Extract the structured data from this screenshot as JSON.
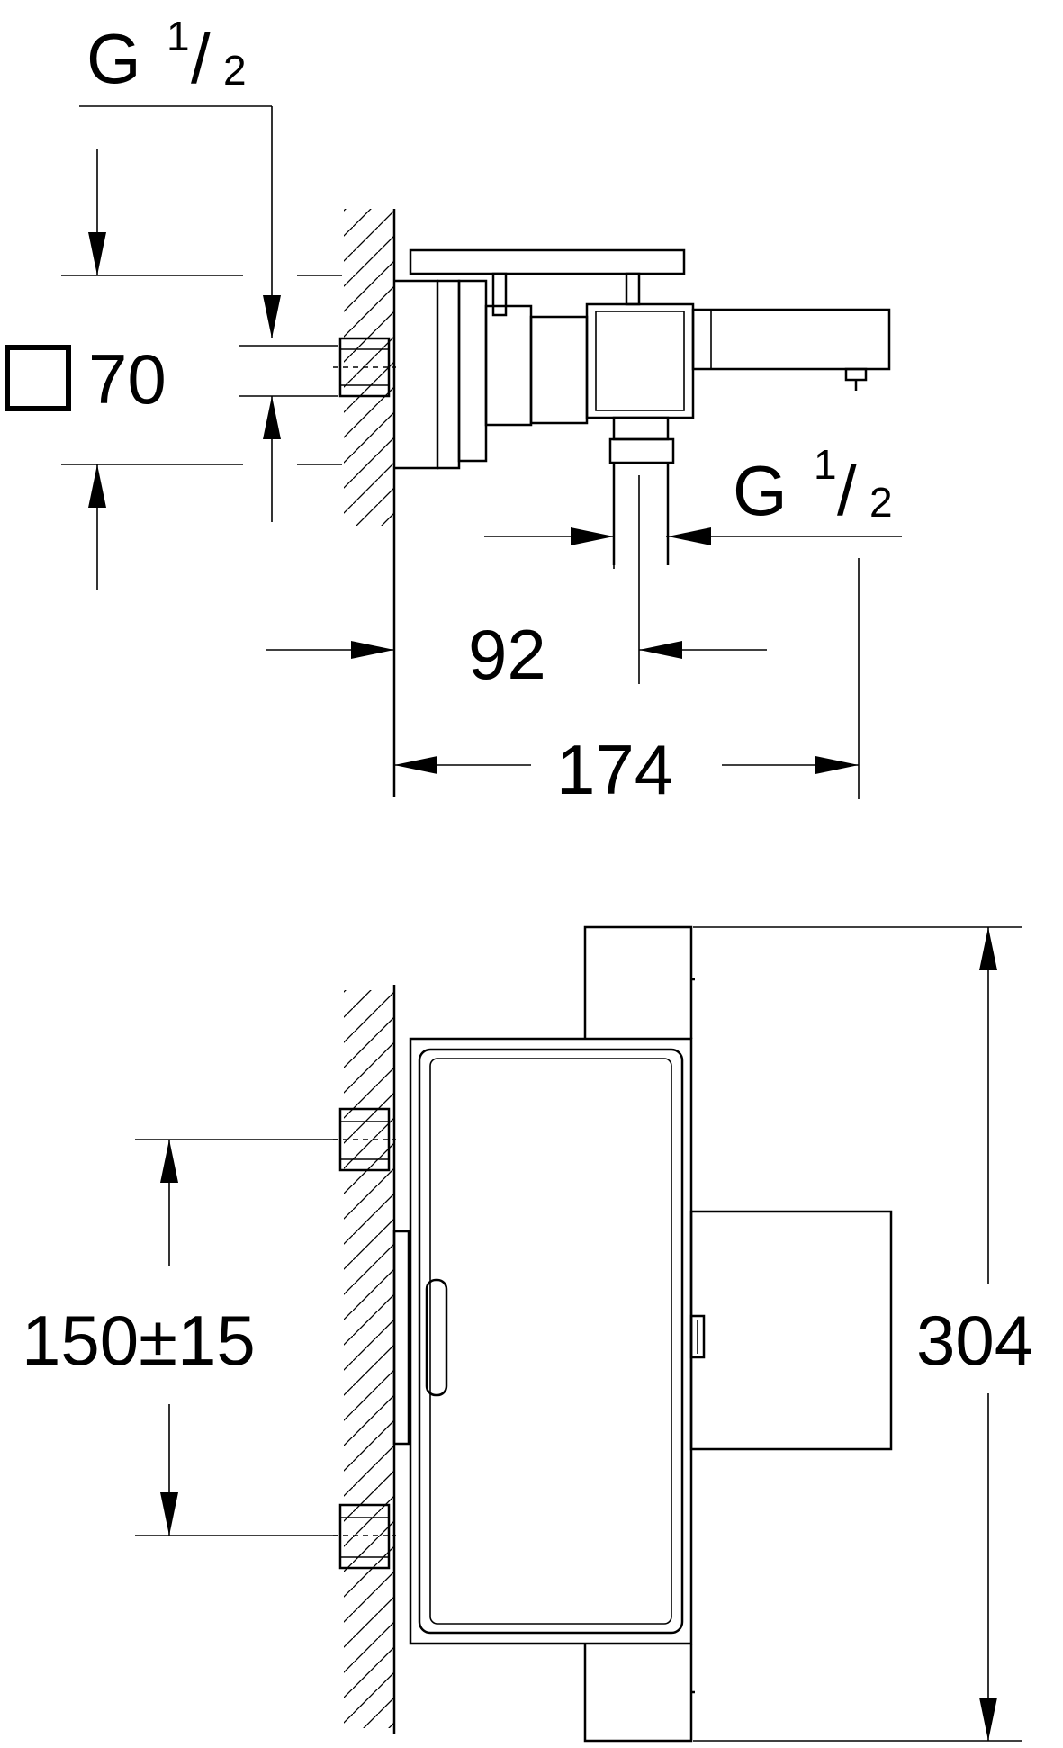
{
  "dimensions": {
    "inlet_thread_left": {
      "thread": "G",
      "num": "1",
      "den": "2"
    },
    "outlet_thread_right": {
      "thread": "G",
      "num": "1",
      "den": "2"
    },
    "body_square": "70",
    "spout_offset": "92",
    "total_depth": "174",
    "inlet_centers": "150±15",
    "total_width": "304"
  },
  "colors": {
    "line": "#000000",
    "background": "#ffffff"
  }
}
